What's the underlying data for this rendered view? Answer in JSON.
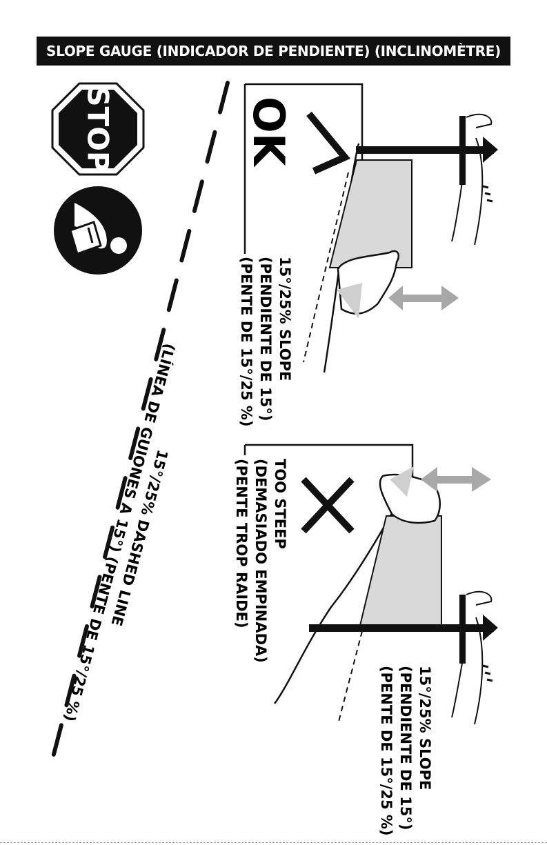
{
  "header": {
    "title": "SLOPE GAUGE (INDICADOR DE PENDIENTE) (INCLINOMÈTRE)"
  },
  "icons": {
    "stop_sign": {
      "text": "STOP",
      "color": "#111111"
    },
    "manual_icon": "read-manual-icon"
  },
  "gauge_line": {
    "lines": [
      "15°/25% DASHED LINE",
      "(LÍNEA DE GUIONES A 15°) (PENTE DE 15°/25 %)"
    ]
  },
  "ok_panel": {
    "verdict": "OK",
    "mark": "check-mark-icon",
    "slope_lines": [
      "15°/25% SLOPE",
      "(PENDIENTE DE 15°)",
      "(PENTE DE 15°/25 %)"
    ]
  },
  "steep_panel": {
    "verdict_lines": [
      "TOO STEEP",
      "(DEMASIADO EMPINADA)",
      "(PENTE TROP RAIDE)"
    ],
    "mark": "x-mark-icon",
    "slope_lines": [
      "15°/25% SLOPE",
      "(PENDIENTE DE 15°)",
      "(PENTE DE 15°/25 %)"
    ]
  },
  "colors": {
    "ink": "#111111",
    "arrow": "#a8a8a8",
    "gauge_fill": "#d9d9d9"
  }
}
